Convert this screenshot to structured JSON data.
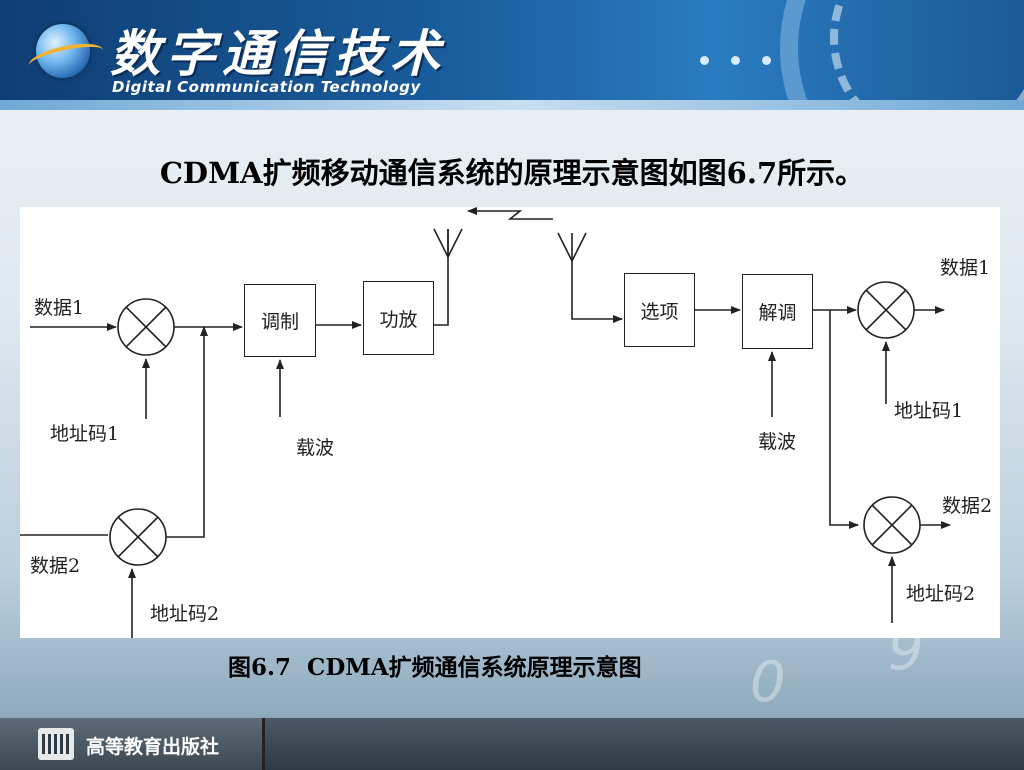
{
  "header": {
    "title_zh": "数字通信技术",
    "title_en": "Digital Communication Technology"
  },
  "slide": {
    "heading": "CDMA扩频移动通信系统的原理示意图如图6.7所示。",
    "caption": "图6.7  CDMA扩频通信系统原理示意图"
  },
  "diagram": {
    "labels": {
      "data1_in": "数据1",
      "addr1_in": "地址码1",
      "data2_in": "数据2",
      "addr2_in": "地址码2",
      "carrier_tx": "载波",
      "carrier_rx": "载波",
      "data1_out": "数据1",
      "addr1_out": "地址码1",
      "data2_out": "数据2",
      "addr2_out": "地址码2"
    },
    "blocks": {
      "modulate": "调制",
      "amplify": "功放",
      "select": "选项",
      "demodulate": "解调"
    }
  },
  "footer": {
    "publisher": "高等教育出版社"
  },
  "decor": {
    "digit_a": "0",
    "digit_b": "9"
  }
}
